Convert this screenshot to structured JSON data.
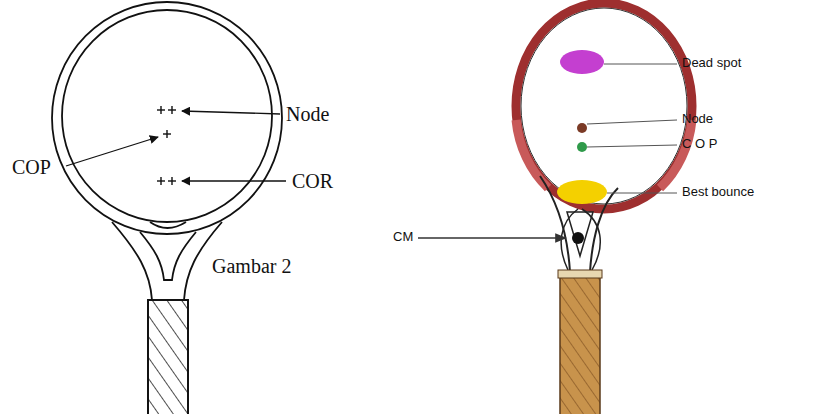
{
  "diagram": {
    "labels": [
      "Node",
      "COP",
      "COR",
      "Gambar 2",
      "Dead spot",
      "Node",
      "C O P",
      "Best bounce",
      "CM"
    ]
  }
}
